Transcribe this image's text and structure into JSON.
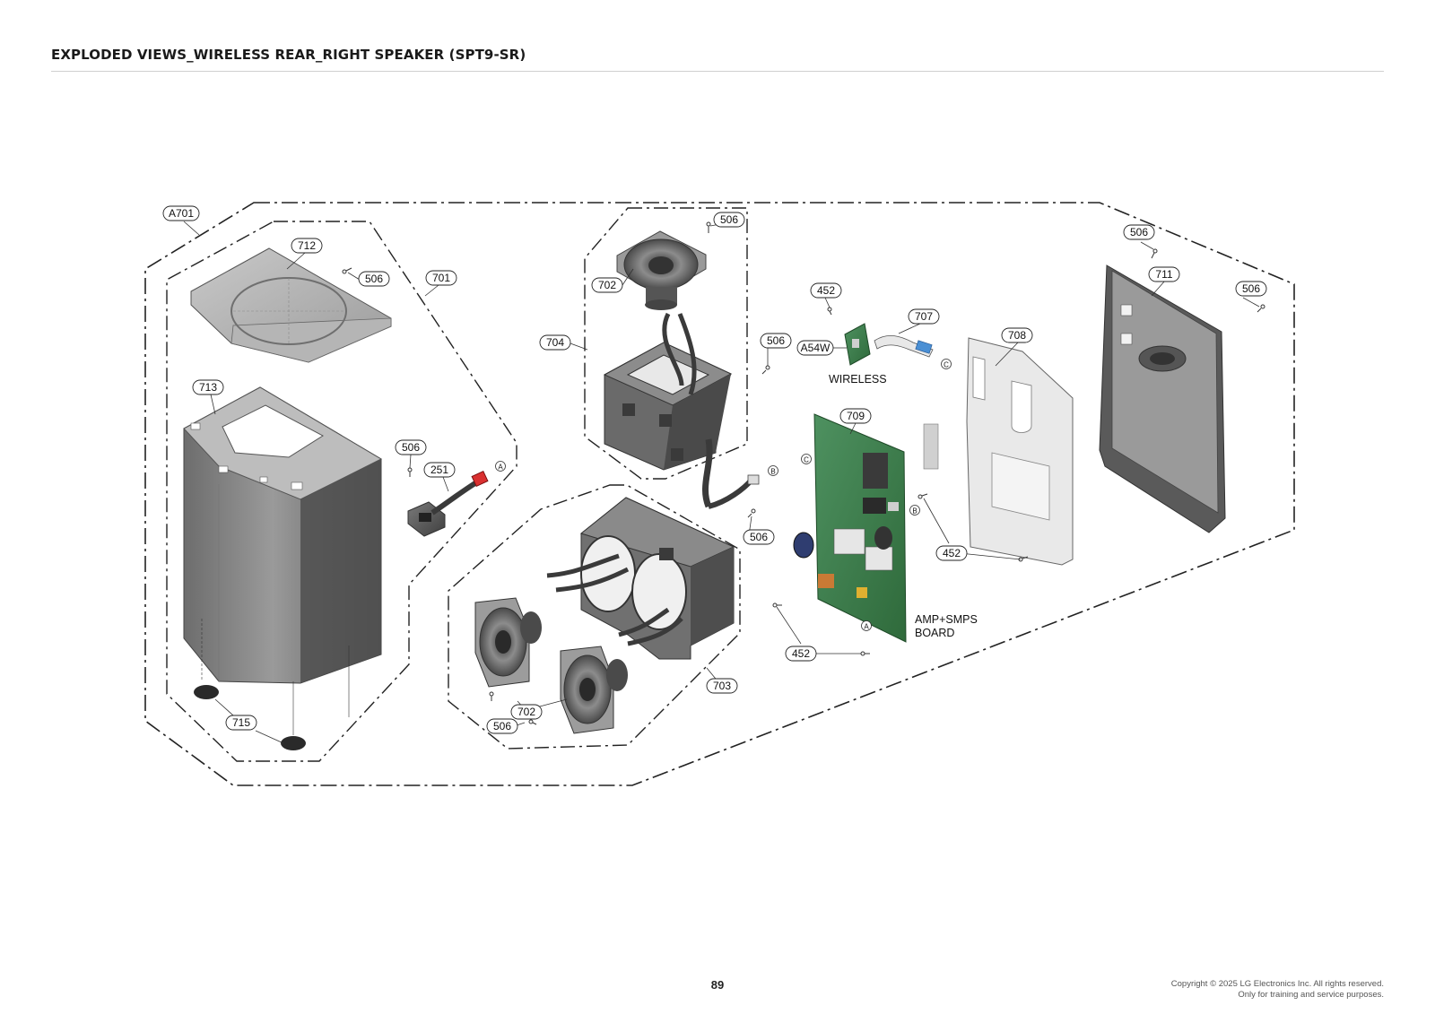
{
  "title": "EXPLODED VIEWS_WIRELESS REAR_RIGHT SPEAKER (SPT9-SR)",
  "callouts": {
    "a701": "A701",
    "c712": "712",
    "c506_top": "506",
    "c701": "701",
    "c713": "713",
    "c506_mid": "506",
    "c251": "251",
    "c715": "715",
    "c702_top": "702",
    "c506_spk": "506",
    "c704": "704",
    "c506_704": "506",
    "c506_703": "506",
    "c703": "703",
    "c702_bot": "702",
    "c506_bot": "506",
    "c452_top": "452",
    "a54w": "A54W",
    "c707": "707",
    "c709": "709",
    "c708": "708",
    "c452_mid": "452",
    "c452_bot": "452",
    "c506_711a": "506",
    "c711": "711",
    "c506_711b": "506"
  },
  "connectors": {
    "a": "A",
    "b": "B",
    "c": "C"
  },
  "labels": {
    "wireless": "WIRELESS",
    "amp_line1": "AMP+SMPS",
    "amp_line2": "BOARD"
  },
  "footer": {
    "page_number": "89",
    "copyright_line1": "Copyright © 2025 LG Electronics Inc. All rights reserved.",
    "copyright_line2": "Only for training and service purposes."
  },
  "colors": {
    "part_gray": "#8a8a8a",
    "pcb_green": "#3f7d4a",
    "red_connector": "#d93030",
    "blue_cable": "#4a8fd4"
  }
}
